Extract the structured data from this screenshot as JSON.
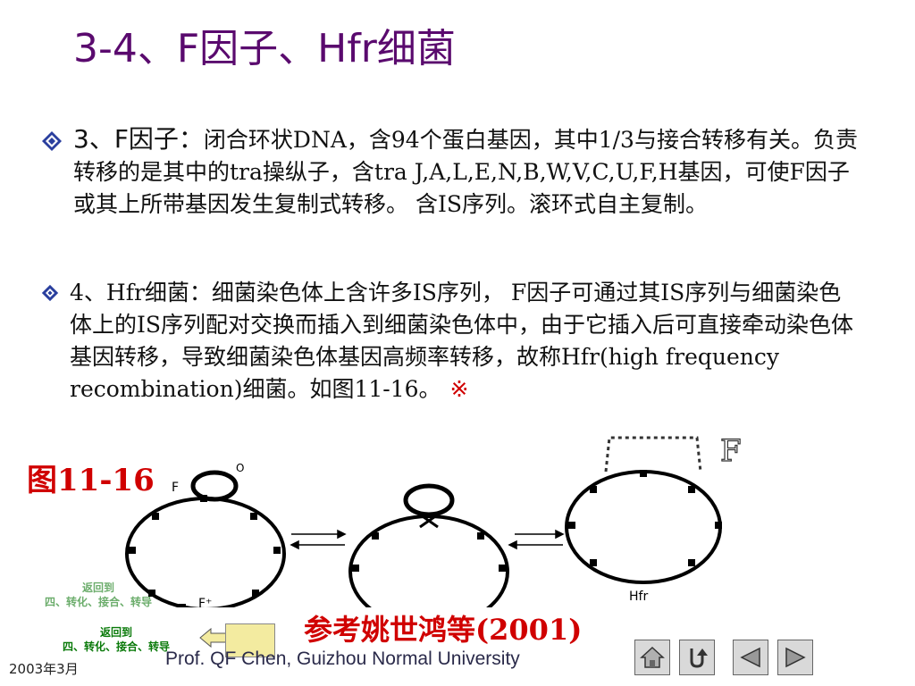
{
  "title": "3-4、F因子、Hfr细菌",
  "bullet1": {
    "lead": "3、F因子：",
    "text": "闭合环状DNA，含94个蛋白基因，其中1/3与接合转移有关。负责转移的是其中的tra操纵子，含tra J,A,L,E,N,B,W,V,C,U,F,H基因，可使F因子或其上所带基因发生复制式转移。 含IS序列。滚环式自主复制。"
  },
  "bullet2": {
    "text": "4、Hfr细菌：细菌染色体上含许多IS序列， F因子可通过其IS序列与细菌染色体上的IS序列配对交换而插入到细菌染色体中，由于它插入后可直接牵动染色体基因转移，导致细菌染色体基因高频率转移，故称Hfr(high frequency recombination)细菌。如图11-16。",
    "ref_mark": "※"
  },
  "figure": {
    "label": "图11-16",
    "f_label": "F",
    "f_small": "F",
    "o_label": "O",
    "f_plus": "F⁺",
    "hfr": "Hfr"
  },
  "citation": "参考姚世鸿等(2001)",
  "back_link_faded": {
    "line1": "返回到",
    "line2": "四、转化、接合、转导"
  },
  "back_link": {
    "line1": "返回到",
    "line2": "四、转化、接合、转导"
  },
  "date": "2003年3月",
  "footer": "Prof. QF Chen, Guizhou Normal University",
  "nav": [
    "home-icon",
    "return-icon",
    "prev-icon",
    "next-icon"
  ],
  "colors": {
    "title": "#5a0a6e",
    "accent_red": "#d00000",
    "link_green": "#0a7a0a"
  }
}
